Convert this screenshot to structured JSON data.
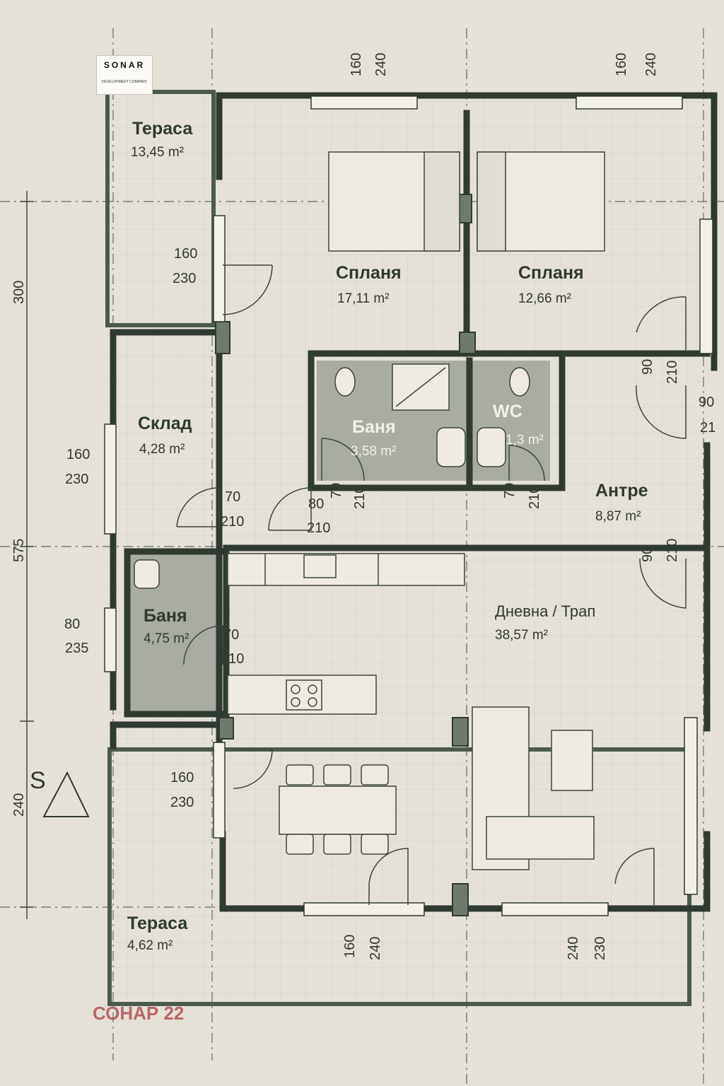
{
  "logo": {
    "name": "SONAR",
    "sub": "DEVELOPMENT COMPANY"
  },
  "compass": {
    "label": "S"
  },
  "caption": "СОНАР 22",
  "rooms": {
    "terrace_top": {
      "name": "Тераса",
      "area": "13,45 m²"
    },
    "bedroom_left": {
      "name": "Спланя",
      "area": "17,11 m²"
    },
    "bedroom_right": {
      "name": "Спланя",
      "area": "12,66 m²"
    },
    "storage": {
      "name": "Склад",
      "area": "4,28 m²"
    },
    "bath_center": {
      "name": "Баня",
      "area": "3,58 m²"
    },
    "wc": {
      "name": "WC",
      "area": "1,3 m²"
    },
    "hall": {
      "name": "Антре",
      "area": "8,87 m²"
    },
    "living": {
      "name": "Дневна / Трап",
      "area": "38,57 m²"
    },
    "bath_left": {
      "name": "Баня",
      "area": "4,75 m²"
    },
    "terrace_bottom": {
      "name": "Тераса",
      "area": "4,62 m²"
    }
  },
  "dims": {
    "top1_a": "160",
    "top1_b": "240",
    "top2_a": "160",
    "top2_b": "240",
    "bed_win_a": "160",
    "bed_win_b": "230",
    "left_300": "300",
    "left_575": "575",
    "left_240": "240",
    "store_win_a": "160",
    "store_win_b": "230",
    "store_door_a": "70",
    "store_door_b": "210",
    "bath_door_a": "80",
    "bath_door_b": "210",
    "bath_c_a": "70",
    "bath_c_b": "210",
    "wc_a": "70",
    "wc_b": "210",
    "entry_a": "90",
    "entry_b": "210",
    "right_a": "90",
    "right_b": "21",
    "liv_door_a": "90",
    "liv_door_b": "210",
    "bathl_win_a": "80",
    "bathl_win_b": "235",
    "bathl_door_a": "70",
    "bathl_door_b": "210",
    "liv_win_a": "160",
    "liv_win_b": "230",
    "bot1_a": "160",
    "bot1_b": "240",
    "bot2_a": "240",
    "bot2_b": "230"
  },
  "colors": {
    "wall": "#2f3a30",
    "tile": "#a9aca2",
    "line": "#4b5a4c"
  }
}
